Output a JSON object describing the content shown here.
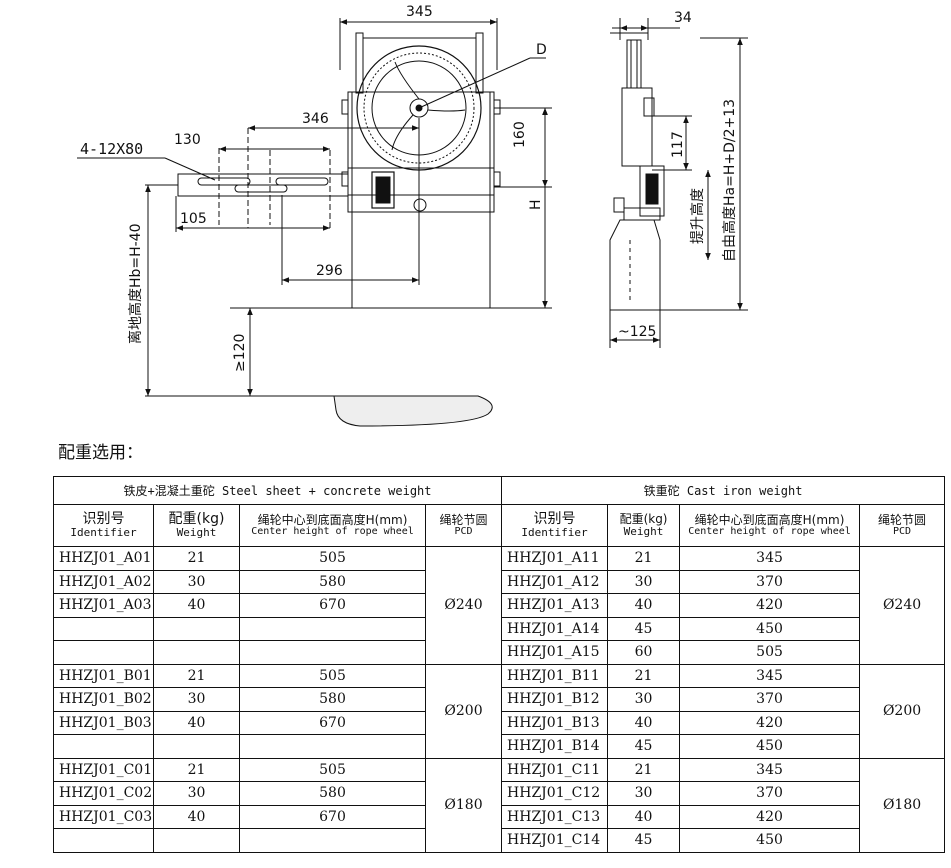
{
  "drawing": {
    "dims": {
      "width_345": "345",
      "d_label": "D",
      "d346": "346",
      "d130": "130",
      "holes": "4-12X80",
      "d105": "105",
      "d296": "296",
      "d160": "160",
      "h_label": "H",
      "hb": "离地高度Hb=H-40",
      "ge120": "≥120",
      "d34": "34",
      "d117": "117",
      "lift": "提升高度",
      "ha": "自由高度Ha=H+D/2+13",
      "d125": "~125"
    }
  },
  "section_title": "配重选用：",
  "table": {
    "left_group": "铁皮+混凝土重砣  Steel sheet + concrete weight",
    "right_group": "铁重砣  Cast iron weight",
    "headers": {
      "id_cn": "识别号",
      "id_en": "Identifier",
      "weight_cn": "配重(kg)",
      "weight_en": "Weight",
      "height_cn": "绳轮中心到底面高度H(mm)",
      "height_en": "Center height of rope wheel",
      "pcd_cn": "绳轮节圆",
      "pcd_en": "PCD"
    },
    "left_rows": [
      {
        "id": "HHZJ01_A01",
        "weight": "21",
        "height": "505"
      },
      {
        "id": "HHZJ01_A02",
        "weight": "30",
        "height": "580"
      },
      {
        "id": "HHZJ01_A03",
        "weight": "40",
        "height": "670"
      },
      {
        "id": "",
        "weight": "",
        "height": ""
      },
      {
        "id": "",
        "weight": "",
        "height": ""
      },
      {
        "id": "HHZJ01_B01",
        "weight": "21",
        "height": "505"
      },
      {
        "id": "HHZJ01_B02",
        "weight": "30",
        "height": "580"
      },
      {
        "id": "HHZJ01_B03",
        "weight": "40",
        "height": "670"
      },
      {
        "id": "",
        "weight": "",
        "height": ""
      },
      {
        "id": "HHZJ01_C01",
        "weight": "21",
        "height": "505"
      },
      {
        "id": "HHZJ01_C02",
        "weight": "30",
        "height": "580"
      },
      {
        "id": "HHZJ01_C03",
        "weight": "40",
        "height": "670"
      },
      {
        "id": "",
        "weight": "",
        "height": ""
      }
    ],
    "right_rows": [
      {
        "id": "HHZJ01_A11",
        "weight": "21",
        "height": "345"
      },
      {
        "id": "HHZJ01_A12",
        "weight": "30",
        "height": "370"
      },
      {
        "id": "HHZJ01_A13",
        "weight": "40",
        "height": "420"
      },
      {
        "id": "HHZJ01_A14",
        "weight": "45",
        "height": "450"
      },
      {
        "id": "HHZJ01_A15",
        "weight": "60",
        "height": "505"
      },
      {
        "id": "HHZJ01_B11",
        "weight": "21",
        "height": "345"
      },
      {
        "id": "HHZJ01_B12",
        "weight": "30",
        "height": "370"
      },
      {
        "id": "HHZJ01_B13",
        "weight": "40",
        "height": "420"
      },
      {
        "id": "HHZJ01_B14",
        "weight": "45",
        "height": "450"
      },
      {
        "id": "HHZJ01_C11",
        "weight": "21",
        "height": "345"
      },
      {
        "id": "HHZJ01_C12",
        "weight": "30",
        "height": "370"
      },
      {
        "id": "HHZJ01_C13",
        "weight": "40",
        "height": "420"
      },
      {
        "id": "HHZJ01_C14",
        "weight": "45",
        "height": "450"
      }
    ],
    "pcd": {
      "left": [
        "Ø240",
        "Ø200",
        "Ø180"
      ],
      "right": [
        "Ø240",
        "Ø200",
        "Ø180"
      ]
    }
  }
}
